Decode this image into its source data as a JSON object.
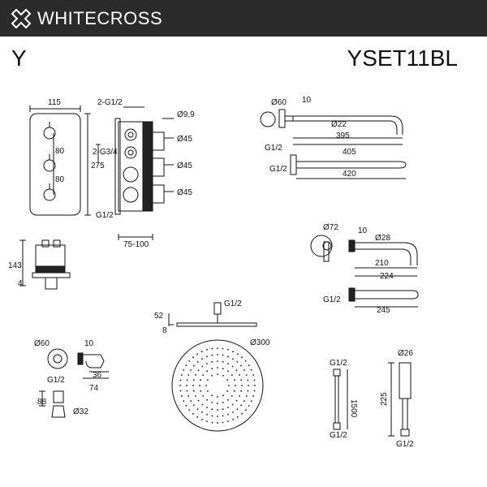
{
  "header": {
    "brand": "WHITECROSS"
  },
  "series": "Y",
  "model": "YSET11BL",
  "labels": {
    "valve_w": "115",
    "thread_top": "2-G1/2",
    "dia_9_9": "Ø9,9",
    "spacing1": "80",
    "spacing2": "80",
    "height": "275",
    "thread_side": "2-G3/4",
    "knob1": "Ø45",
    "knob2": "Ø45",
    "knob3": "Ø45",
    "g12_valve": "G1/2",
    "depth": "75-100",
    "valve_h": "143",
    "valve_4": "4",
    "arm_rose": "Ø60",
    "arm_10": "10",
    "arm_dia": "Ø22",
    "arm_g12": "G1/2",
    "arm_395": "395",
    "arm_405": "405",
    "arm2_g12": "G1/2",
    "arm_420": "420",
    "spout_rose": "Ø72",
    "spout_10": "10",
    "spout_dia": "Ø28",
    "spout_210": "210",
    "spout_224": "224",
    "spout_g12": "G1/2",
    "spout_245": "245",
    "head_52": "52",
    "head_g12": "G1/2",
    "head_8": "8",
    "head_dia": "Ø300",
    "outlet_dia": "Ø60",
    "outlet_10": "10",
    "outlet_g12": "G1/2",
    "outlet_36": "36",
    "outlet_74": "74",
    "holder_88": "88",
    "holder_dia": "Ø32",
    "hose_g12_top": "G1/2",
    "hose_len": "1500",
    "hose_g12_bot": "G1/2",
    "hand_dia": "Ø26",
    "hand_len": "225",
    "hand_g12": "G1/2"
  },
  "colors": {
    "header_bg": "#2b2b2b",
    "line": "#111111",
    "accent_dark": "#222222"
  }
}
